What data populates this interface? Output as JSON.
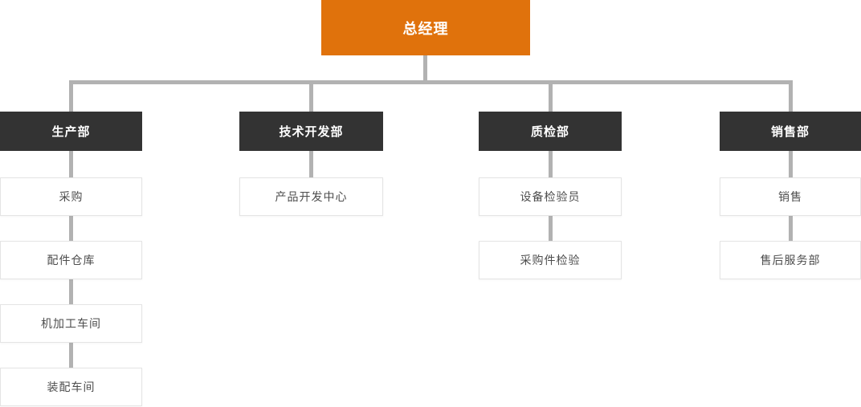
{
  "diagram": {
    "type": "org_chart",
    "root": {
      "label": "总经理"
    },
    "departments": [
      {
        "label": "生产部",
        "children": [
          "采购",
          "配件仓库",
          "机加工车间",
          "装配车间"
        ]
      },
      {
        "label": "技术开发部",
        "children": [
          "产品开发中心"
        ]
      },
      {
        "label": "质检部",
        "children": [
          "设备检验员",
          "采购件检验"
        ]
      },
      {
        "label": "销售部",
        "children": [
          "销售",
          "售后服务部"
        ]
      }
    ],
    "colors": {
      "connector": "#b2b2b2",
      "root_bg": "#e0720c",
      "root_text": "#ffffff",
      "dept_bg": "#333333",
      "dept_text": "#ffffff",
      "child_bg": "#ffffff",
      "child_border": "#e4e4e4",
      "child_text": "#4d4d4d",
      "page_bg": "#ffffff"
    }
  }
}
